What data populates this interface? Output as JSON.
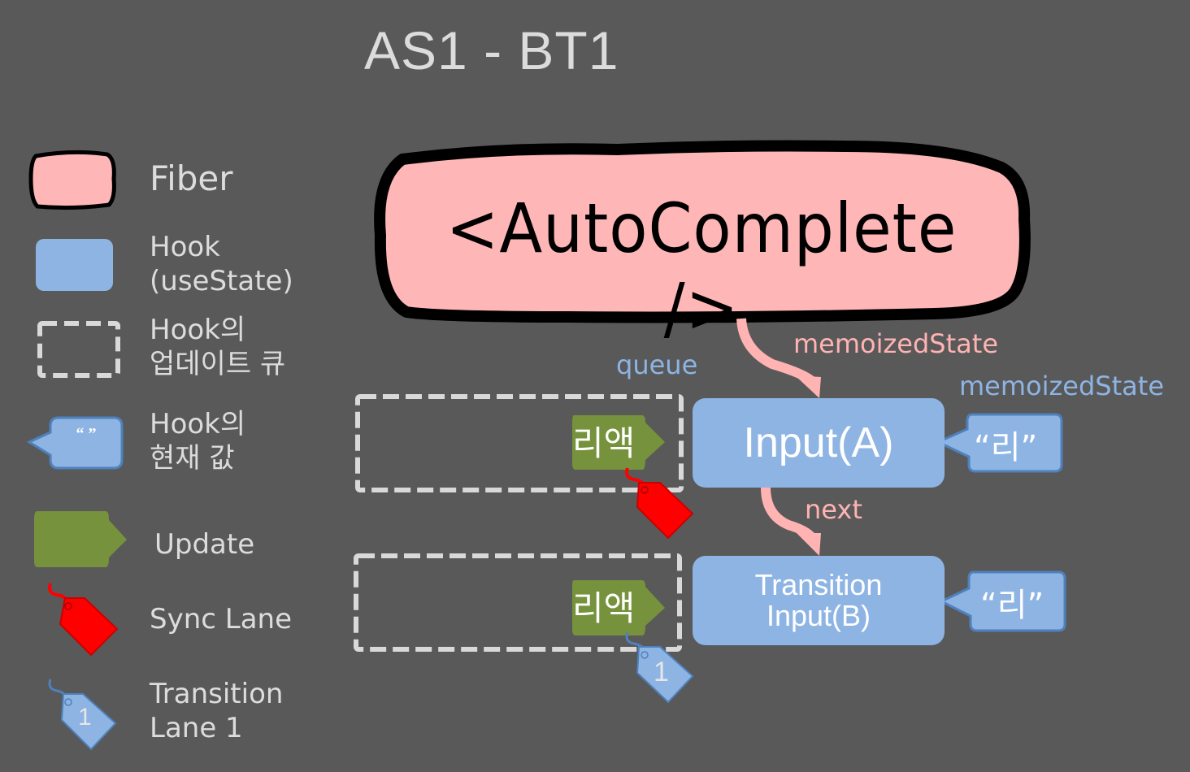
{
  "title": "AS1 - BT1",
  "legend": {
    "items": [
      {
        "shape": "fiber",
        "label": "Fiber"
      },
      {
        "shape": "hook",
        "label_lines": [
          "Hook",
          "(useState)"
        ]
      },
      {
        "shape": "update-queue",
        "label_lines": [
          "Hook의",
          "업데이트 큐"
        ]
      },
      {
        "shape": "current-value",
        "icon_text": "“ ”",
        "label_lines": [
          "Hook의",
          "현재 값"
        ]
      },
      {
        "shape": "update",
        "label": "Update"
      },
      {
        "shape": "sync-lane-tag",
        "label": "Sync Lane"
      },
      {
        "shape": "transition-lane-tag",
        "tag_text": "1",
        "label_lines": [
          "Transition",
          "Lane 1"
        ]
      }
    ]
  },
  "diagram": {
    "fiber": {
      "label": "<AutoComplete />"
    },
    "edges": {
      "fiber_to_hook_a": "memoizedState",
      "hook_a_to_hook_b": "next",
      "queue_label": "queue",
      "memoized_state_label": "memoizedState"
    },
    "hooks": [
      {
        "name": "Input(A)",
        "value": "“리”",
        "update": {
          "text": "리액",
          "lane": "sync"
        }
      },
      {
        "name_lines": [
          "Transition",
          "Input(B)"
        ],
        "value": "“리”",
        "update": {
          "text": "리액",
          "lane": "transition",
          "lane_number": "1"
        }
      }
    ]
  },
  "colors": {
    "background": "#595959",
    "fiber_fill": "#ffb6b6",
    "hook_fill": "#8eb4e3",
    "hook_border": "#4f81bd",
    "update_fill": "#76923c",
    "sync_lane": "#ff0000",
    "edge": "#ffb3b3",
    "text_light": "#dcdcdc"
  }
}
